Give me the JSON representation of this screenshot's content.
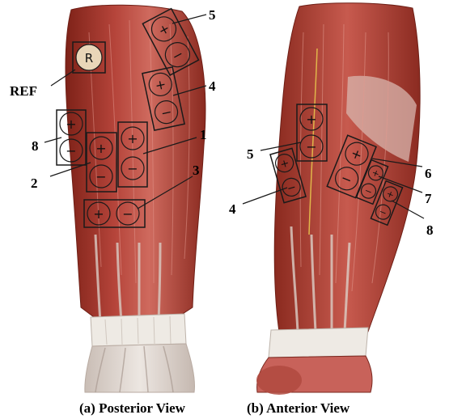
{
  "colors": {
    "muscle_dark": "#8e2a1f",
    "muscle": "#b8433a",
    "muscle_light": "#d8786c",
    "tendon": "#ddd5cf",
    "bone": "#e9d6b8",
    "band": "#efece7",
    "box": "#1a1a1a",
    "background": "#ffffff"
  },
  "posterior": {
    "reference_electrode": "R",
    "reference_label": "REF",
    "pairs": [
      {
        "label": "1",
        "positive": "+",
        "negative": "−"
      },
      {
        "label": "2",
        "positive": "+",
        "negative": "−"
      },
      {
        "label": "3",
        "positive": "+",
        "negative": "−"
      },
      {
        "label": "4",
        "positive": "+",
        "negative": "−"
      },
      {
        "label": "5",
        "positive": "+",
        "negative": "−"
      },
      {
        "label": "8",
        "positive": "+",
        "negative": "−"
      }
    ],
    "caption": "(a) Posterior View"
  },
  "anterior": {
    "pairs": [
      {
        "label": "4",
        "positive": "+",
        "negative": "−"
      },
      {
        "label": "5",
        "positive": "+",
        "negative": "−"
      },
      {
        "label": "6",
        "positive": "+",
        "negative": "−"
      },
      {
        "label": "7",
        "positive": "+",
        "negative": "−"
      },
      {
        "label": "8",
        "positive": "+",
        "negative": "−"
      }
    ],
    "caption": "(b) Anterior View"
  }
}
